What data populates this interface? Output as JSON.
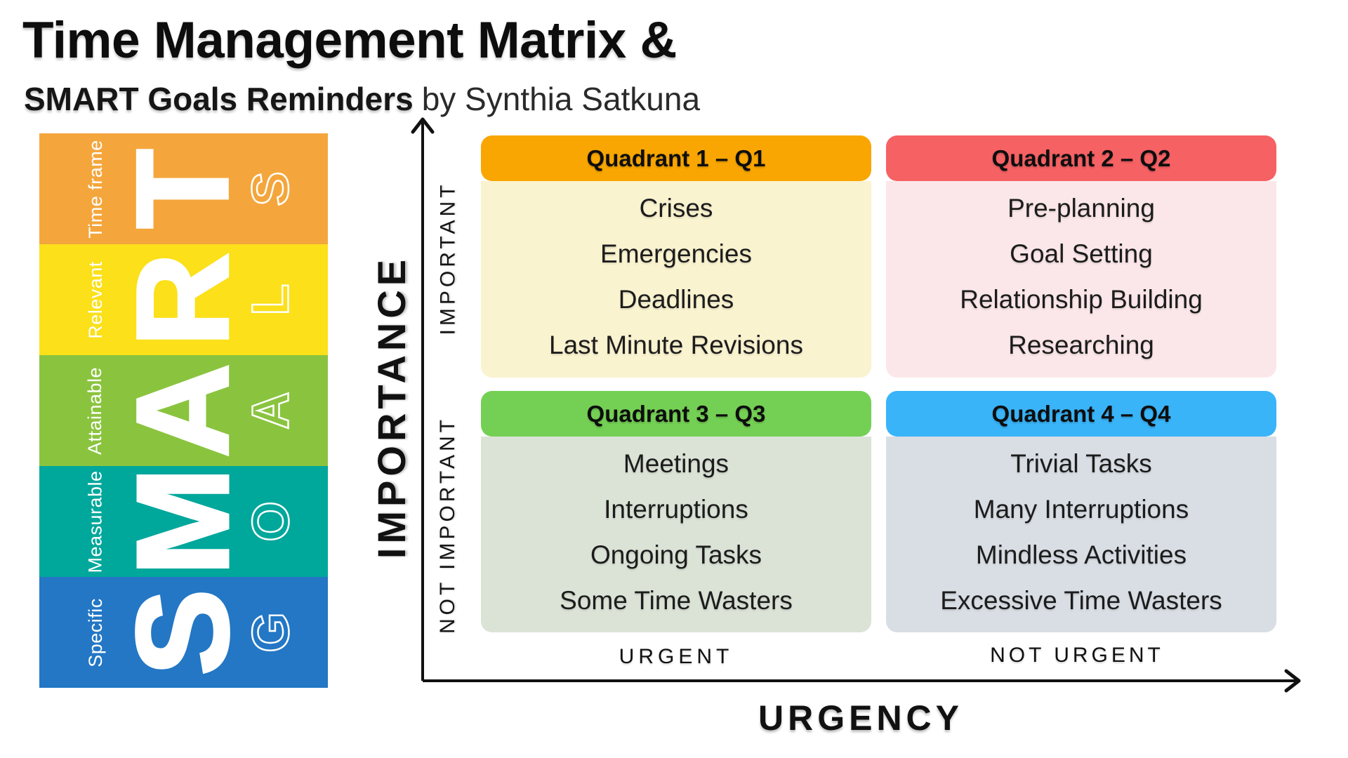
{
  "header": {
    "title": "Time Management Matrix &",
    "subtitle_bold": "SMART Goals Reminders",
    "subtitle_author": "by Synthia Satkuna"
  },
  "smart": {
    "bands": [
      {
        "label": "Time frame",
        "letter": "T",
        "ghost": "S",
        "color": "#F4A63C"
      },
      {
        "label": "Relevant",
        "letter": "R",
        "ghost": "L",
        "color": "#FBE01A"
      },
      {
        "label": "Attainable",
        "letter": "A",
        "ghost": "A",
        "color": "#8AC43F"
      },
      {
        "label": "Measurable",
        "letter": "M",
        "ghost": "O",
        "color": "#00A79B"
      },
      {
        "label": "Specific",
        "letter": "S",
        "ghost": "G",
        "color": "#2377C5"
      }
    ]
  },
  "axes": {
    "y_title": "IMPORTANCE",
    "y_upper": "IMPORTANT",
    "y_lower": "NOT IMPORTANT",
    "x_title": "URGENCY",
    "x_left": "URGENT",
    "x_right": "NOT URGENT",
    "line_color": "#111111"
  },
  "quadrants": [
    {
      "title": "Quadrant 1 – Q1",
      "header_color": "#F9A602",
      "body_color": "#FAF3D0",
      "items": [
        "Crises",
        "Emergencies",
        "Deadlines",
        "Last Minute Revisions"
      ]
    },
    {
      "title": "Quadrant 2 – Q2",
      "header_color": "#F66164",
      "body_color": "#FBE7E9",
      "items": [
        "Pre-planning",
        "Goal Setting",
        "Relationship Building",
        "Researching"
      ]
    },
    {
      "title": "Quadrant 3 – Q3",
      "header_color": "#74D054",
      "body_color": "#DBE3D7",
      "items": [
        "Meetings",
        "Interruptions",
        "Ongoing Tasks",
        "Some Time Wasters"
      ]
    },
    {
      "title": "Quadrant 4 – Q4",
      "header_color": "#39B4F9",
      "body_color": "#D8DEE4",
      "items": [
        "Trivial Tasks",
        "Many Interruptions",
        "Mindless Activities",
        "Excessive Time Wasters"
      ]
    }
  ]
}
